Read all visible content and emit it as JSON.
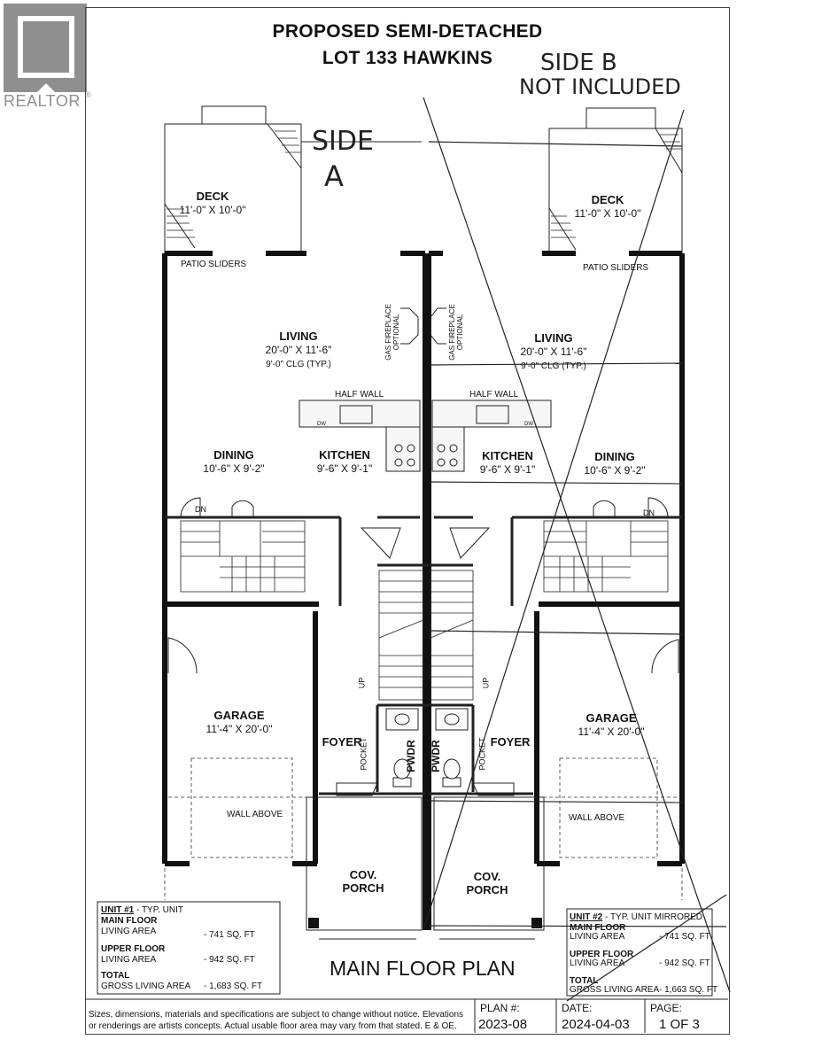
{
  "logo": {
    "text": "REALTOR",
    "mark": "®"
  },
  "header": {
    "line1": "PROPOSED SEMI-DETACHED",
    "line2": "LOT 133 HAWKINS"
  },
  "annotations": {
    "side_a_1": "SIDE",
    "side_a_2": "A",
    "side_b_1": "SIDE B",
    "side_b_2": "NOT INCLUDED"
  },
  "rooms": {
    "deck_left": {
      "name": "DECK",
      "dims": "11'-0\" X 10'-0\""
    },
    "deck_right": {
      "name": "DECK",
      "dims": "11'-0\" X 10'-0\""
    },
    "patio_left": "PATIO SLIDERS",
    "patio_right": "PATIO SLIDERS",
    "living_left": {
      "name": "LIVING",
      "dims": "20'-0\" X 11'-6\"",
      "note": "9'-0\" CLG (TYP.)"
    },
    "living_right": {
      "name": "LIVING",
      "dims": "20'-0\" X 11'-6\"",
      "note": "9'-0\" CLG (TYP.)"
    },
    "fireplace": "GAS FIREPLACE OPTIONAL",
    "half_wall": "HALF WALL",
    "dining_left": {
      "name": "DINING",
      "dims": "10'-6\" X 9'-2\""
    },
    "dining_right": {
      "name": "DINING",
      "dims": "10'-6\" X 9'-2\""
    },
    "kitchen_left": {
      "name": "KITCHEN",
      "dims": "9'-6\" X 9'-1\""
    },
    "kitchen_right": {
      "name": "KITCHEN",
      "dims": "9'-6\" X 9'-1\""
    },
    "dw": "DW",
    "dn": "DN",
    "up": "UP",
    "garage_left": {
      "name": "GARAGE",
      "dims": "11'-4\" X 20'-0\""
    },
    "garage_right": {
      "name": "GARAGE",
      "dims": "11'-4\" X 20'-0\""
    },
    "foyer": "FOYER",
    "pocket": "POCKET",
    "pwdr": "PWDR",
    "wall_above": "WALL ABOVE",
    "porch_1": "COV.",
    "porch_2": "PORCH"
  },
  "unit1": {
    "heading": "UNIT #1",
    "sub": " - TYP. UNIT",
    "main_floor": "MAIN FLOOR",
    "main_area_label": "LIVING AREA",
    "main_area_value": "- 741 SQ. FT",
    "upper_floor": "UPPER FLOOR",
    "upper_area_label": "LIVING AREA",
    "upper_area_value": "- 942 SQ. FT",
    "total": "TOTAL",
    "gross_label": "GROSS LIVING AREA",
    "gross_value": "- 1,683 SQ. FT"
  },
  "unit2": {
    "heading": "UNIT #2",
    "sub": " - TYP. UNIT MIRRORED",
    "main_floor": "MAIN FLOOR",
    "main_area_label": "LIVING AREA",
    "main_area_value": "- 741 SQ. FT",
    "upper_floor": "UPPER FLOOR",
    "upper_area_label": "LIVING AREA",
    "upper_area_value": "- 942 SQ. FT",
    "total": "TOTAL",
    "gross_label": "GROSS LIVING AREA",
    "gross_value": "- 1,663 SQ. FT"
  },
  "plan_title": "MAIN FLOOR PLAN",
  "footer": {
    "disclaimer_1": "Sizes, dimensions, materials and specifications are subject to change without notice. Elevations",
    "disclaimer_2": "or renderings are artists concepts. Actual usable floor area may vary from that stated. E & OE.",
    "plan_label": "PLAN #:",
    "plan_value": "2023-08",
    "date_label": "DATE:",
    "date_value": "2024-04-03",
    "page_label": "PAGE:",
    "page_value": "1 OF 3"
  }
}
